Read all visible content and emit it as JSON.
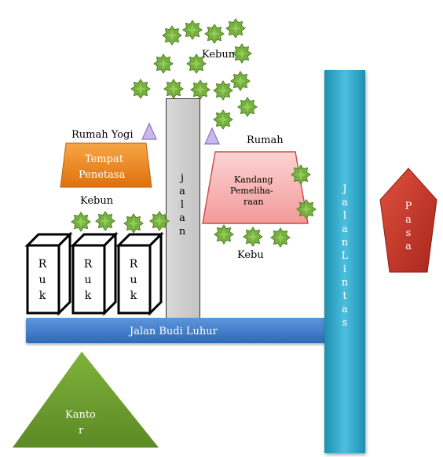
{
  "labels": {
    "kebun_top": "Kebun",
    "rumah_yogi": "Rumah Yogi",
    "rumah": "Rumah",
    "kebun_left": "Kebun",
    "kebun_right": "Kebu"
  },
  "tempat_penetasa": {
    "line1": "Tempat",
    "line2": "Penetasa"
  },
  "kandang": {
    "line1": "Kandang",
    "line2": "Pemeliha-",
    "line3": "raan"
  },
  "jalan_vertical": [
    "j",
    "a",
    "l",
    "a",
    "n"
  ],
  "jalan_lintas": [
    "J",
    "a",
    "l",
    "a",
    "n",
    "L",
    "i",
    "n",
    "t",
    "a",
    "s"
  ],
  "jalan_budi_luhur": "Jalan Budi Luhur",
  "pasar": [
    "P",
    "a",
    "s",
    "a"
  ],
  "kantor": {
    "line1": "Kanto",
    "line2": "r"
  },
  "ruko": [
    {
      "letters": [
        "R",
        "u",
        "k"
      ]
    },
    {
      "letters": [
        "R",
        "u",
        "k"
      ]
    },
    {
      "letters": [
        "R",
        "u",
        "k"
      ]
    }
  ],
  "colors": {
    "tree": "#7cb342",
    "road_blue": "#3a78c9",
    "road_teal": "#2ba3c4",
    "road_gray": "#c8c8c8",
    "hatchery": "#f08c1e",
    "pen": "#f7a8a8",
    "market": "#c0392b",
    "office": "#6a9a2e",
    "house_marker": "#b8a6e0"
  },
  "icons": {
    "tree": "tree-icon",
    "house": "house-marker-icon"
  }
}
